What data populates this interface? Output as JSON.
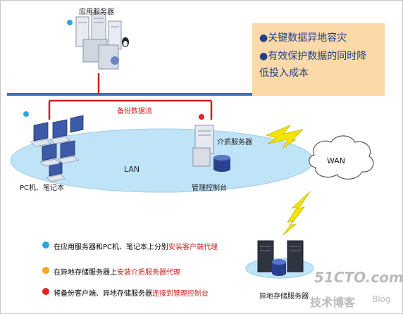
{
  "top_server": {
    "label": "应用服务器"
  },
  "backup_flow": {
    "label": "备份数据流"
  },
  "pc_group": {
    "label": "PC机、笔记本"
  },
  "lan": {
    "label": "LAN"
  },
  "media_server": {
    "label": "介质服务器",
    "console_label": "管理控制台"
  },
  "wan": {
    "label": "WAN"
  },
  "remote_storage": {
    "label": "异地存储服务器"
  },
  "callout": {
    "bullet": "●",
    "line1": "关键数据异地容灾",
    "line2": "有效保护数据的同时降",
    "line3": "低投入成本"
  },
  "legend": [
    {
      "color": "#2ea6e6",
      "prefix": "在应用服务器和PC机、笔记本上分别",
      "highlight": "安装客户端代理"
    },
    {
      "color": "#f5a623",
      "prefix": "在异地存储服务器上",
      "highlight": "安装介质服务器代理"
    },
    {
      "color": "#e02424",
      "prefix": "将备份客户端、异地存储服务器",
      "highlight": "连接到管理控制台"
    }
  ],
  "colors": {
    "blue_dot": "#2ea6e6",
    "orange_dot": "#f5a623",
    "red_dot": "#e02424",
    "flow_line": "#cc1f1f",
    "network_bar": "#3a6fc9",
    "lan_fill": "#bfe3f7",
    "highlight_text": "#cc1f1f"
  },
  "watermark": {
    "site": "51CTO.com",
    "sub": "技术博客",
    "blog": "Blog"
  }
}
